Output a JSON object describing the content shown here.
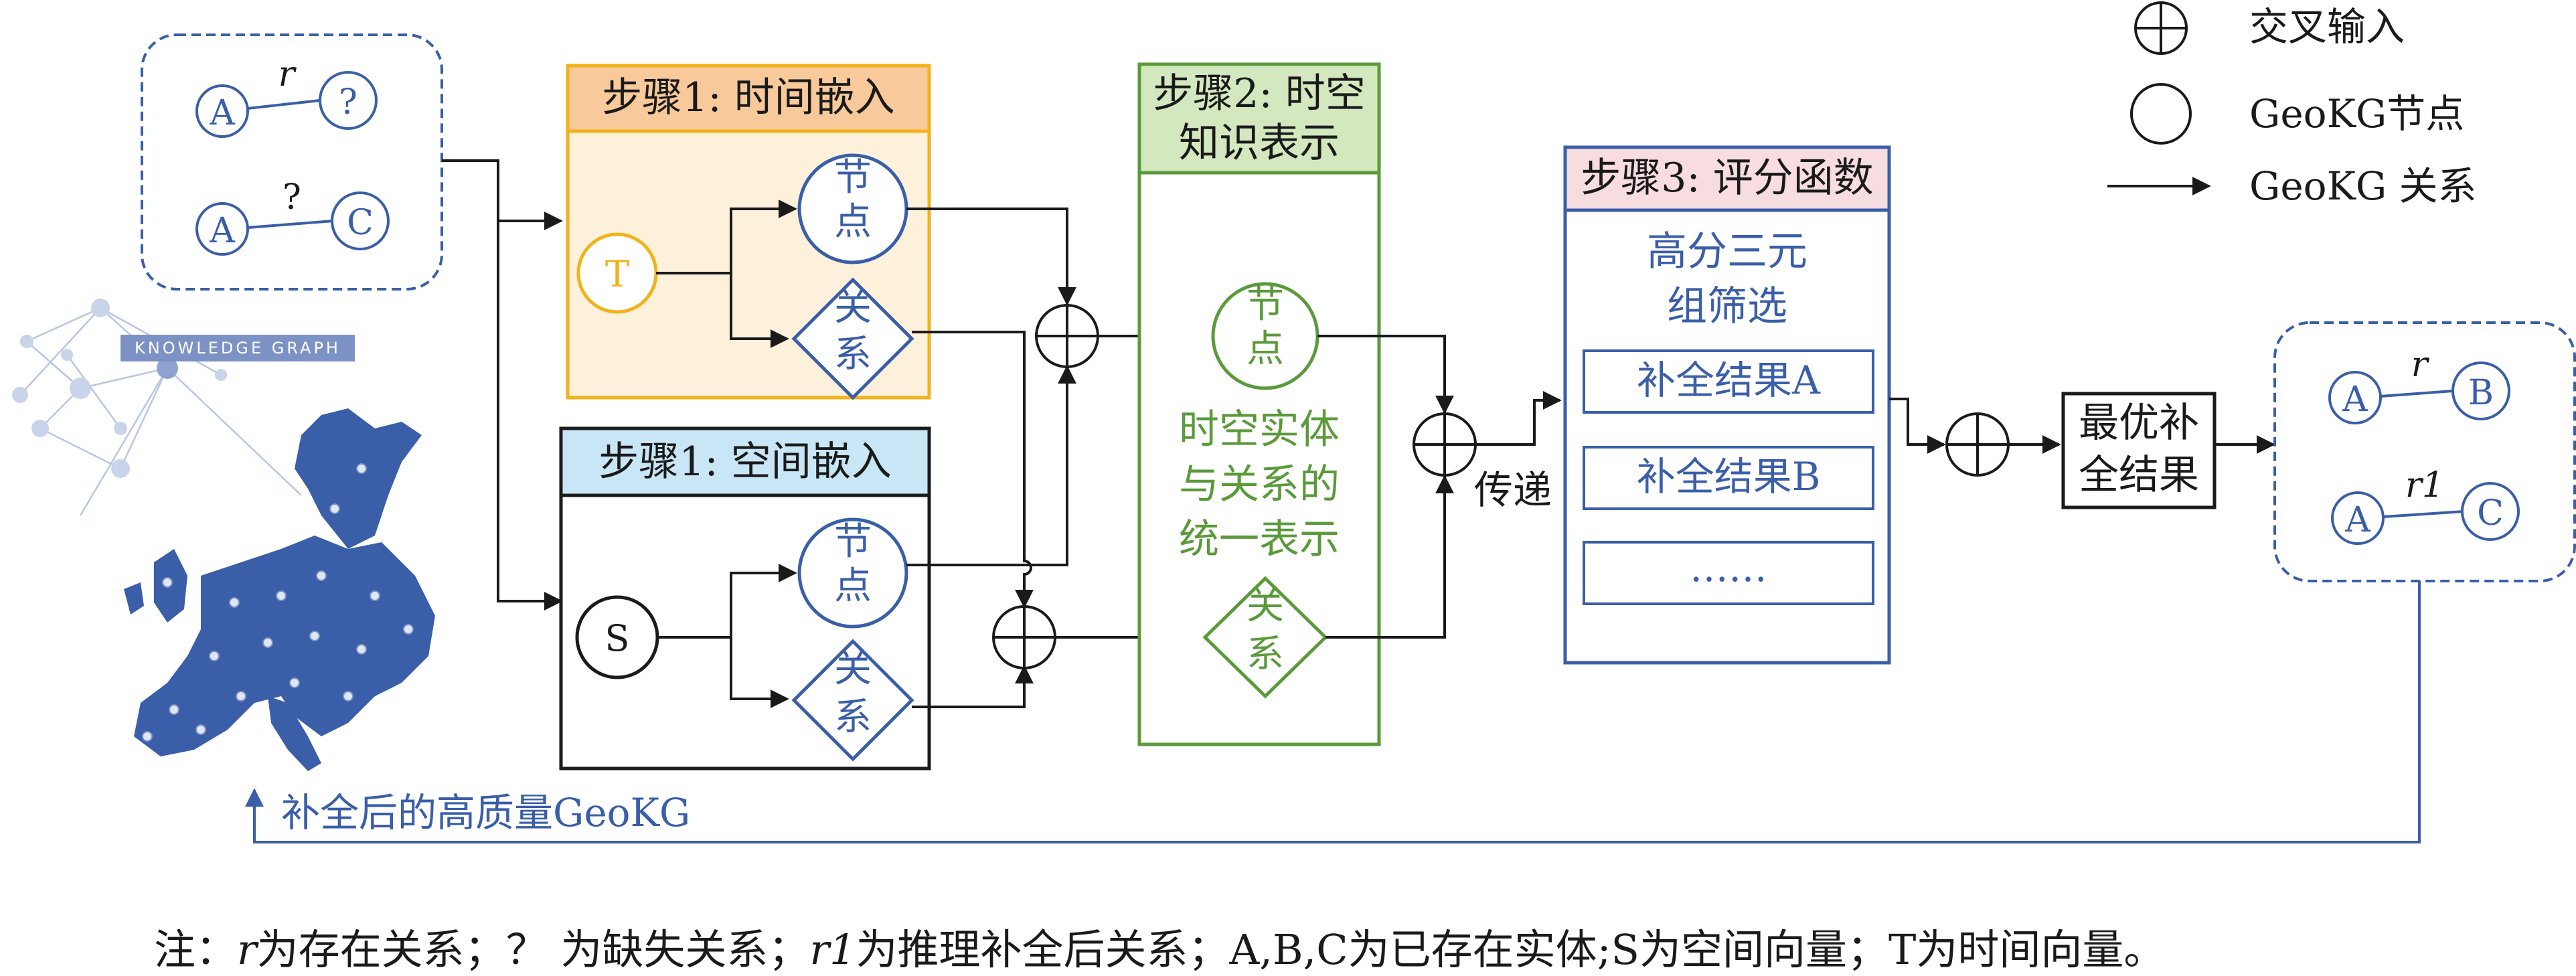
{
  "legend": {
    "cross_input": "交叉输入",
    "node": "GeoKG节点",
    "relation": "GeoKG 关系"
  },
  "input_graph": {
    "entity_a": "A",
    "unknown_entity": "?",
    "relation_r": "r",
    "missing_relation": "?",
    "entity_c": "C"
  },
  "europe_image": {
    "label": "KNOWLEDGE GRAPH"
  },
  "step1_time": {
    "title": "步骤1: 时间嵌入",
    "input": "T",
    "node": "节点",
    "relation": "关系"
  },
  "step1_space": {
    "title": "步骤1: 空间嵌入",
    "input": "S",
    "node": "节点",
    "relation": "关系"
  },
  "step2": {
    "title_line1": "步骤2: 时空",
    "title_line2": "知识表示",
    "node": "节点",
    "body_line1": "时空实体",
    "body_line2": "与关系的",
    "body_line3": "统一表示",
    "relation": "关系"
  },
  "transfer_label": "传递",
  "step3": {
    "title": "步骤3: 评分函数",
    "filter_line1": "高分三元",
    "filter_line2": "组筛选",
    "result_a": "补全结果A",
    "result_b": "补全结果B",
    "result_more": "……"
  },
  "best_result": {
    "line1": "最优补",
    "line2": "全结果"
  },
  "output_graph": {
    "entity_a1": "A",
    "relation_r": "r",
    "entity_b": "B",
    "entity_a2": "A",
    "relation_r1": "r1",
    "entity_c": "C"
  },
  "feedback_label": "补全后的高质量GeoKG",
  "note": {
    "prefix": "注：",
    "r": "r",
    "p1": "为存在关系；？ 为缺失关系；",
    "r1": "r1",
    "p2": "为推理补全后关系；A,B,C为已存在实体;S为空间向量；T为时间向量。"
  },
  "colors": {
    "blue": "#3a5ea8",
    "orange_border": "#f2b21a",
    "orange_header": "#f8c99a",
    "orange_fill": "#fdf1dc",
    "green": "#5a9a3a",
    "green_header": "#d4e8c0",
    "blue_header": "#c9e6f6",
    "pink_header": "#f7dde0",
    "yellow_node": "#f2b21a",
    "dark": "#1a1a1a"
  }
}
